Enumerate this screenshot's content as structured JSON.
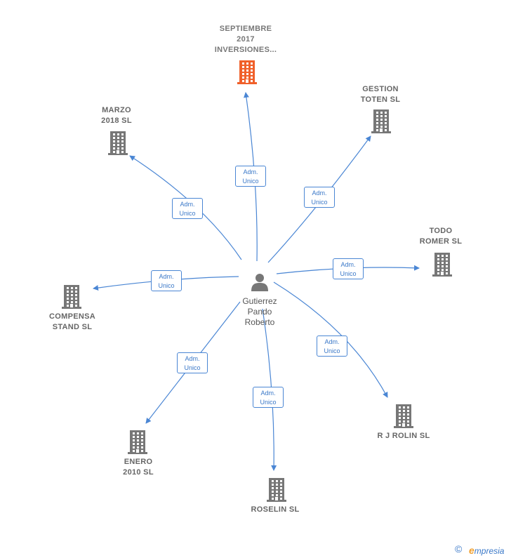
{
  "center": {
    "name": "Gutierrez\nPando\nRoberto",
    "icon": "person-icon"
  },
  "edge_label": "Adm.\nUnico",
  "colors": {
    "edge": "#4a86d4",
    "building": "#777777",
    "highlight_building": "#f0602a"
  },
  "nodes": [
    {
      "id": "septiembre",
      "name": "SEPTIEMBRE\n2017\nINVERSIONES...",
      "highlight": true,
      "relation": "Adm.\nUnico"
    },
    {
      "id": "gestion",
      "name": "GESTION\nTOTEN  SL",
      "highlight": false,
      "relation": "Adm.\nUnico"
    },
    {
      "id": "marzo",
      "name": "MARZO\n2018  SL",
      "highlight": false,
      "relation": "Adm.\nUnico"
    },
    {
      "id": "todo",
      "name": "TODO\nROMER  SL",
      "highlight": false,
      "relation": "Adm.\nUnico"
    },
    {
      "id": "compensa",
      "name": "COMPENSA\nSTAND  SL",
      "highlight": false,
      "relation": "Adm.\nUnico"
    },
    {
      "id": "rjrolin",
      "name": "R J ROLIN  SL",
      "highlight": false,
      "relation": "Adm.\nUnico"
    },
    {
      "id": "enero",
      "name": "ENERO\n2010 SL",
      "highlight": false,
      "relation": "Adm.\nUnico"
    },
    {
      "id": "roselin",
      "name": "ROSELIN  SL",
      "highlight": false,
      "relation": "Adm.\nUnico"
    }
  ],
  "footer": {
    "copyright": "©",
    "brand_initial": "e",
    "brand_rest": "mpresia"
  }
}
